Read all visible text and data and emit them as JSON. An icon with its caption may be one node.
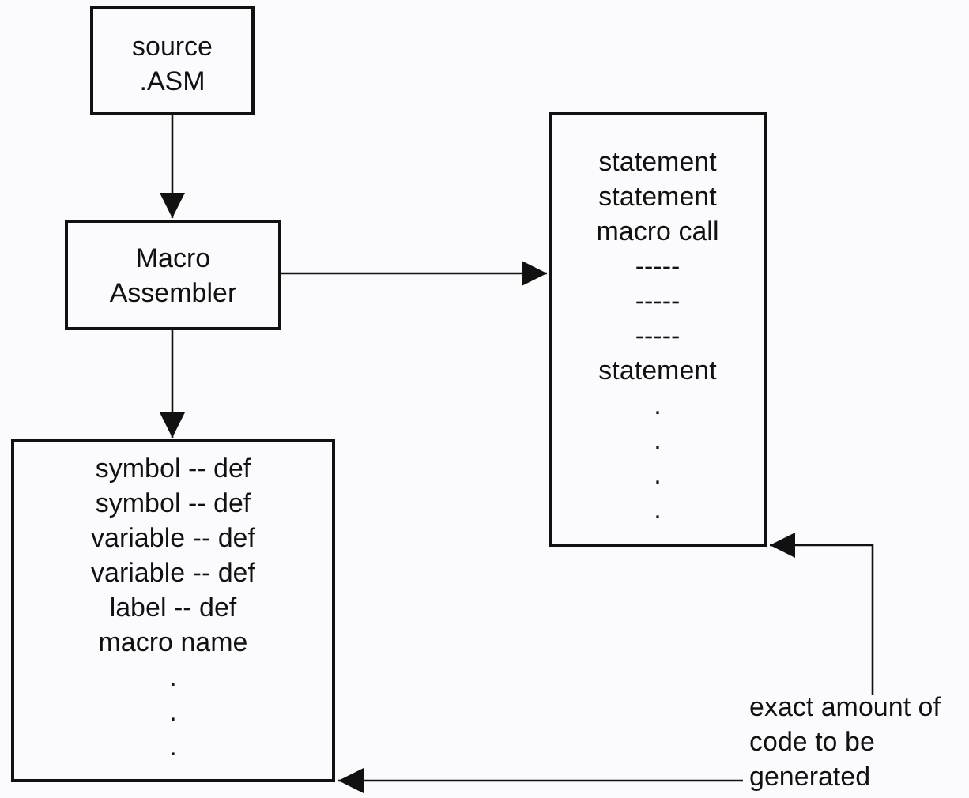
{
  "diagram": {
    "nodes": [
      {
        "text": [
          "source .ASM"
        ]
      },
      {
        "text": [
          "Macro Assembler"
        ]
      },
      {
        "text": [
          "statement",
          "statement",
          "macro call",
          "-----",
          "-----",
          "-----",
          "statement",
          ".",
          ".",
          ".",
          "."
        ]
      },
      {
        "text": [
          "symbol -- def",
          "symbol -- def",
          "variable -- def",
          "variable -- def",
          "label -- def",
          "macro name",
          ".",
          ".",
          "."
        ]
      },
      {
        "text": [
          "exact amount of code to be generated"
        ]
      }
    ],
    "edges": [
      {
        "from": 0,
        "to": 1,
        "arrow": "to"
      },
      {
        "from": 1,
        "to": 2,
        "arrow": "to"
      },
      {
        "from": 1,
        "to": 3,
        "arrow": "to"
      },
      {
        "from": 4,
        "to": 2,
        "arrow": "to"
      },
      {
        "from": 4,
        "to": 3,
        "arrow": "to"
      }
    ]
  }
}
